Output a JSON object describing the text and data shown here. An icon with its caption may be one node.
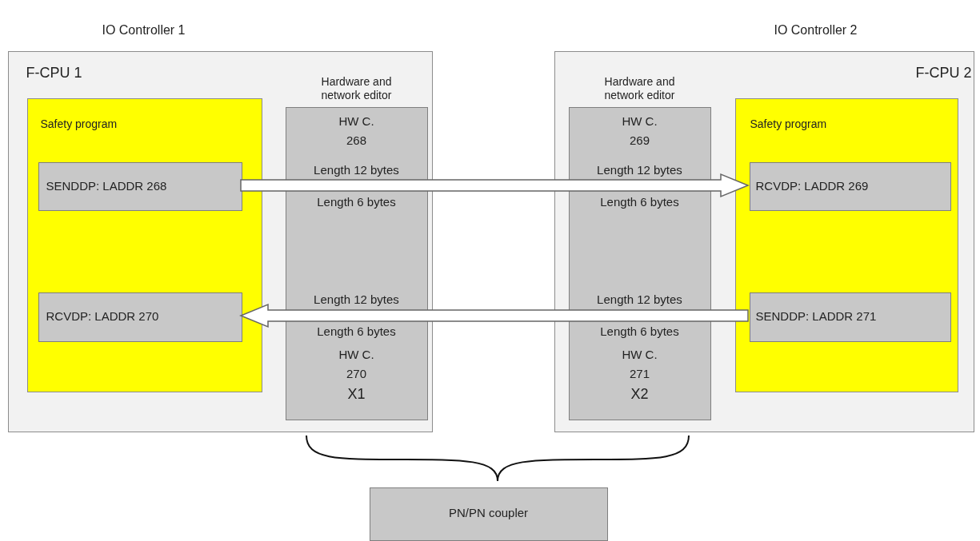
{
  "diagram": {
    "nodes": [
      {
        "text": [
          "IO Controller 1",
          "F-CPU 1"
        ]
      },
      {
        "text": [
          "Safety program"
        ],
        "in": 0
      },
      {
        "text": [
          "SENDDP: LADDR 268"
        ],
        "in": 1
      },
      {
        "text": [
          "RCVDP: LADDR 270"
        ],
        "in": 1
      },
      {
        "text": [
          "Hardware and network editor",
          "HW C. 268",
          "Length 12 bytes",
          "Length 6 bytes",
          "Length 12 bytes",
          "Length 6 bytes",
          "HW C. 270",
          "X1"
        ],
        "in": 0
      },
      {
        "text": [
          "IO Controller 2",
          "F-CPU 2"
        ]
      },
      {
        "text": [
          "Hardware and network editor",
          "HW C. 269",
          "Length 12 bytes",
          "Length 6 bytes",
          "Length 12 bytes",
          "Length 6 bytes",
          "HW C. 271",
          "X2"
        ],
        "in": 5
      },
      {
        "text": [
          "Safety program"
        ],
        "in": 5
      },
      {
        "text": [
          "RCVDP: LADDR 269"
        ],
        "in": 7
      },
      {
        "text": [
          "SENDDP: LADDR 271"
        ],
        "in": 7
      },
      {
        "text": [
          "PN/PN coupler"
        ]
      }
    ],
    "edges": [
      {
        "from": 2,
        "to": 8,
        "arrow": "to"
      },
      {
        "from": 9,
        "to": 3,
        "arrow": "to"
      }
    ]
  }
}
